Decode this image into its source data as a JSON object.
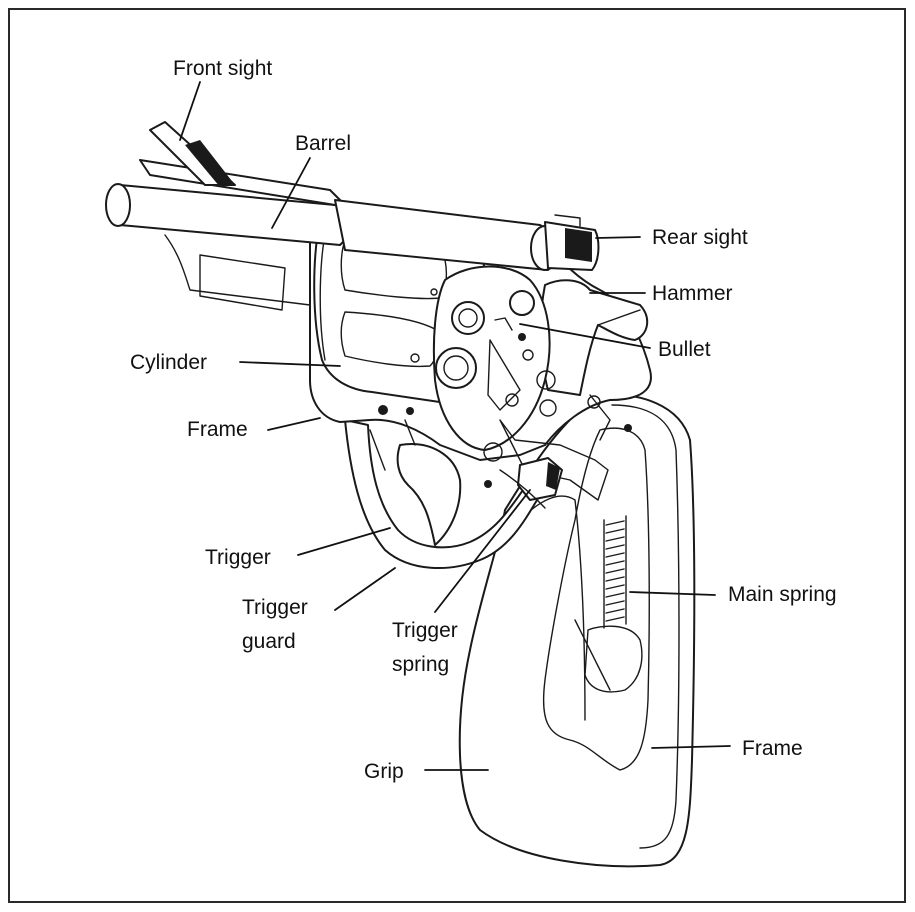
{
  "labels": {
    "front_sight": "Front sight",
    "barrel": "Barrel",
    "rear_sight": "Rear sight",
    "hammer": "Hammer",
    "bullet": "Bullet",
    "cylinder": "Cylinder",
    "frame_top": "Frame",
    "trigger": "Trigger",
    "trigger_guard_1": "Trigger",
    "trigger_guard_2": "guard",
    "trigger_spring_1": "Trigger",
    "trigger_spring_2": "spring",
    "main_spring": "Main spring",
    "frame_bottom": "Frame",
    "grip": "Grip"
  }
}
